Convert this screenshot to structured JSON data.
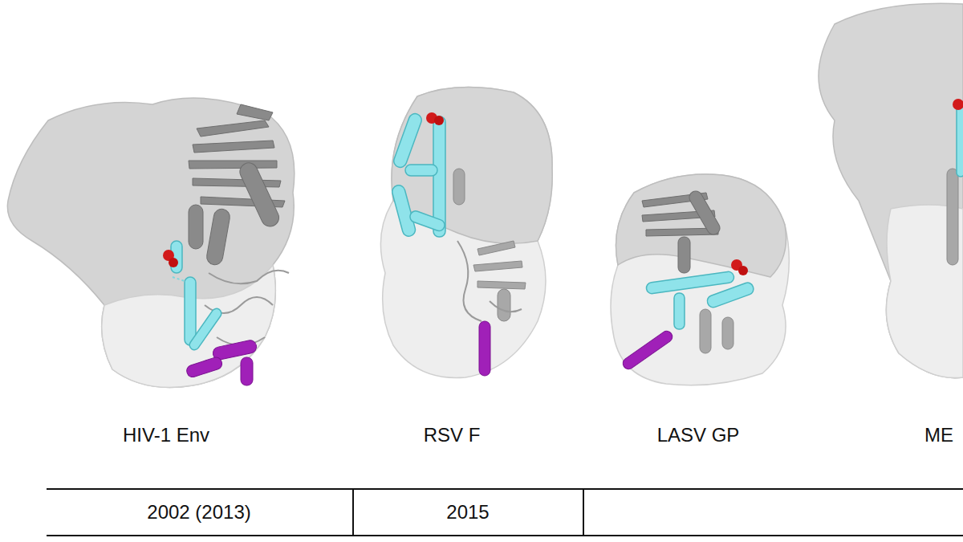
{
  "diagram": {
    "labels": [
      "HIV-1 Env",
      "RSV F",
      "LASV GP",
      "ME",
      "2002 (2013)",
      "2015"
    ]
  }
}
